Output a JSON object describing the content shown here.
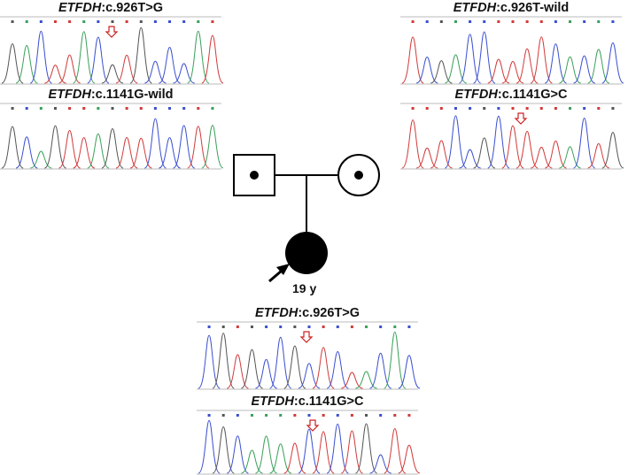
{
  "gene": "ETFDH",
  "panels": [
    {
      "id": "p1",
      "gene": "ETFDH",
      "variant": ":c.926T>G",
      "arrow": true
    },
    {
      "id": "p2",
      "gene": "ETFDH",
      "variant": ":c.1141G-wild",
      "arrow": false
    },
    {
      "id": "p3",
      "gene": "ETFDH",
      "variant": ":c.926T-wild",
      "arrow": false
    },
    {
      "id": "p4",
      "gene": "ETFDH",
      "variant": ":c.1141G>C",
      "arrow": true
    },
    {
      "id": "p5",
      "gene": "ETFDH",
      "variant": ":c.926T>G",
      "arrow": true
    },
    {
      "id": "p6",
      "gene": "ETFDH",
      "variant": ":c.1141G>C",
      "arrow": true
    }
  ],
  "pedigree": {
    "proband_age": "19 y"
  },
  "colors": {
    "trace_a": "#3aa05a",
    "trace_c": "#3a4fd0",
    "trace_g": "#555555",
    "trace_t": "#d23a3a",
    "mutation_arrow": "#cc2222"
  }
}
